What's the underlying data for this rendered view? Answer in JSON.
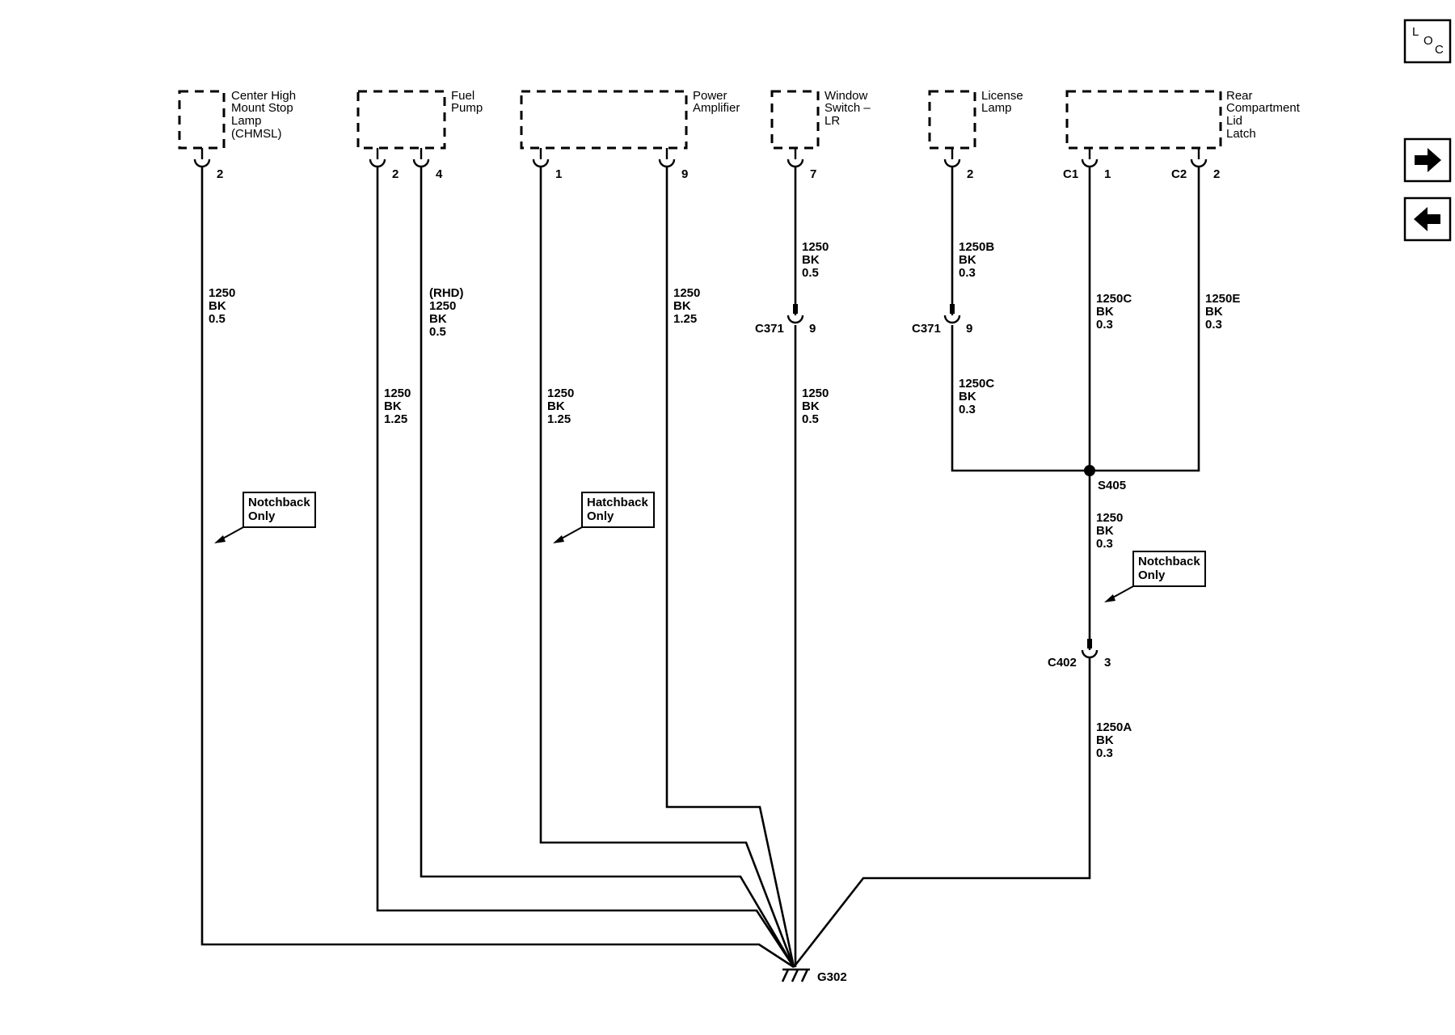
{
  "components": {
    "chmsl": [
      "Center High",
      "Mount Stop",
      "Lamp",
      "(CHMSL)"
    ],
    "fuel_pump": [
      "Fuel",
      "Pump"
    ],
    "power_amplifier": [
      "Power",
      "Amplifier"
    ],
    "window_switch": [
      "Window",
      "Switch –",
      "LR"
    ],
    "license_lamp": [
      "License",
      "Lamp"
    ],
    "rear_latch": [
      "Rear",
      "Compartment",
      "Lid",
      "Latch"
    ]
  },
  "pins": {
    "chmsl": "2",
    "fuel_pump_a": "2",
    "fuel_pump_b": "4",
    "amp_a": "1",
    "amp_b": "9",
    "window": "7",
    "license": "2",
    "latch_c1_conn": "C1",
    "latch_c1_pin": "1",
    "latch_c2_conn": "C2",
    "latch_c2_pin": "2"
  },
  "wires": {
    "chmsl": [
      "1250",
      "BK",
      "0.5"
    ],
    "fuel_rhd": [
      "(RHD)",
      "1250",
      "BK",
      "0.5"
    ],
    "fuel_2": [
      "1250",
      "BK",
      "1.25"
    ],
    "amp_1": [
      "1250",
      "BK",
      "1.25"
    ],
    "amp_9": [
      "1250",
      "BK",
      "1.25"
    ],
    "window_upper": [
      "1250",
      "BK",
      "0.5"
    ],
    "window_lower": [
      "1250",
      "BK",
      "0.5"
    ],
    "license_upper": [
      "1250B",
      "BK",
      "0.3"
    ],
    "license_lower": [
      "1250C",
      "BK",
      "0.3"
    ],
    "latch_c1": [
      "1250C",
      "BK",
      "0.3"
    ],
    "latch_c2": [
      "1250E",
      "BK",
      "0.3"
    ],
    "s405_down": [
      "1250",
      "BK",
      "0.3"
    ],
    "c402_down": [
      "1250A",
      "BK",
      "0.3"
    ]
  },
  "connectors": {
    "c371_left": {
      "name": "C371",
      "pin": "9"
    },
    "c371_right": {
      "name": "C371",
      "pin": "9"
    },
    "c402": {
      "name": "C402",
      "pin": "3"
    }
  },
  "splice": "S405",
  "ground": "G302",
  "callouts": {
    "notchback_left": [
      "Notchback",
      "Only"
    ],
    "hatchback": [
      "Hatchback",
      "Only"
    ],
    "notchback_right": [
      "Notchback",
      "Only"
    ]
  },
  "nav": {
    "loc_letters": [
      "L",
      "O",
      "C"
    ],
    "forward_icon": "arrow-right-icon",
    "back_icon": "arrow-left-icon"
  }
}
